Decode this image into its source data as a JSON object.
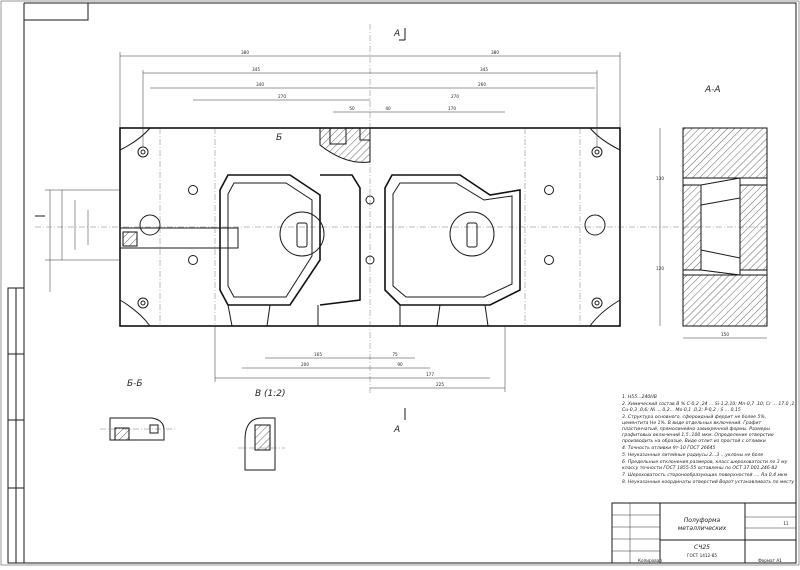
{
  "sections": {
    "aa": "А-А",
    "bb": "Б-Б",
    "v": "В (1:2)",
    "a_mark": "А",
    "b_mark": "Б"
  },
  "dims_top": [
    "380",
    "380",
    "345",
    "345",
    "340",
    "260",
    "270",
    "270",
    "50",
    "40",
    "170"
  ],
  "dims_bottom": [
    "165",
    "75",
    "200",
    "90",
    "177",
    "225"
  ],
  "dims_section": [
    "150",
    "130",
    "120"
  ],
  "notes": [
    "1. Н55...240НВ",
    "2. Химический состав В % C-0,2 ,24 ... Si-1,2,10; Mn-0,7 .10; Cr ... 17.0 ,1",
    "Cu-0,3 ,0,6; Ni ... 0,2... Mo-0,1 ,0,2; P-0,2 ; S ... 0,15",
    "3. Структура основного, сфероидный феррит не более 5%,",
    "цементита Не 1%. В виде отдельных включений. Графит",
    "пластинчатый, прямолинейно-завихренной формы. Размеры",
    "графитовых включений 1,5..100 мкм. Определение отверстие",
    "производить на образце, Виде отлит из простой с отливки",
    "4. Точность отливки 9т-10 ГОСТ 26645",
    "5. Неуказанные литейные радиусы 2...3 ...уклоны не боле",
    "6. Предельные отклонения размеров, класс шероховатости по 3 му",
    "классу точности ГОСТ 1855-55 оставлены по ОСТ 37.001.246-82",
    "7. Шероховатость сторонообразующих поверхностей .... Ra 0,4 мкм",
    "8. Неуказанные координаты отверстий Ворот устанавливать по месту"
  ],
  "title_block": {
    "name_line1": "Полуформа",
    "name_line2": "металлических",
    "material": "СЧ25",
    "standard": "ГОСТ 1412-85",
    "sheet": "11",
    "bottom_left": "Копировал",
    "bottom_right": "Формат А1"
  }
}
